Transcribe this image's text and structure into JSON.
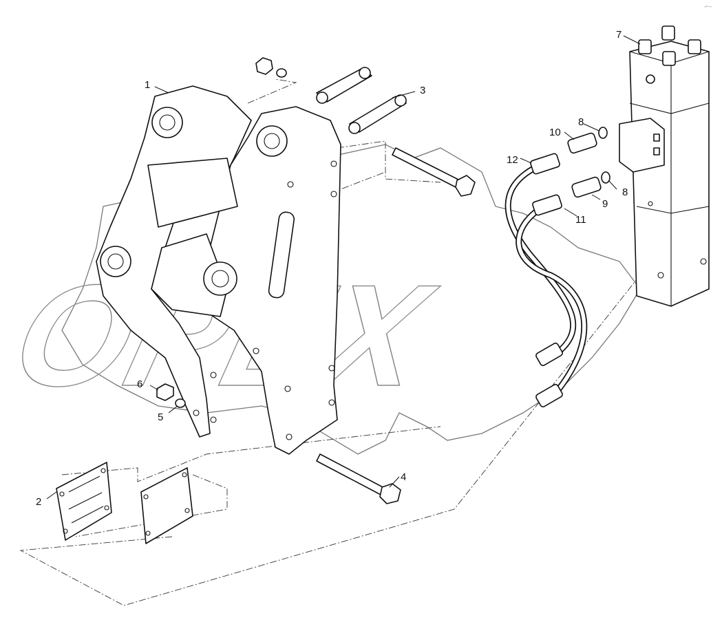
{
  "watermark": {
    "text": "OPEX"
  },
  "corner_mark": "⌐–",
  "callouts": [
    {
      "id": "c1",
      "label": "1"
    },
    {
      "id": "c2",
      "label": "2"
    },
    {
      "id": "c3",
      "label": "3"
    },
    {
      "id": "c4",
      "label": "4"
    },
    {
      "id": "c5",
      "label": "5"
    },
    {
      "id": "c6",
      "label": "6"
    },
    {
      "id": "c7",
      "label": "7"
    },
    {
      "id": "c8a",
      "label": "8"
    },
    {
      "id": "c8b",
      "label": "8"
    },
    {
      "id": "c9",
      "label": "9"
    },
    {
      "id": "c10",
      "label": "10"
    },
    {
      "id": "c11",
      "label": "11"
    },
    {
      "id": "c12",
      "label": "12"
    }
  ]
}
